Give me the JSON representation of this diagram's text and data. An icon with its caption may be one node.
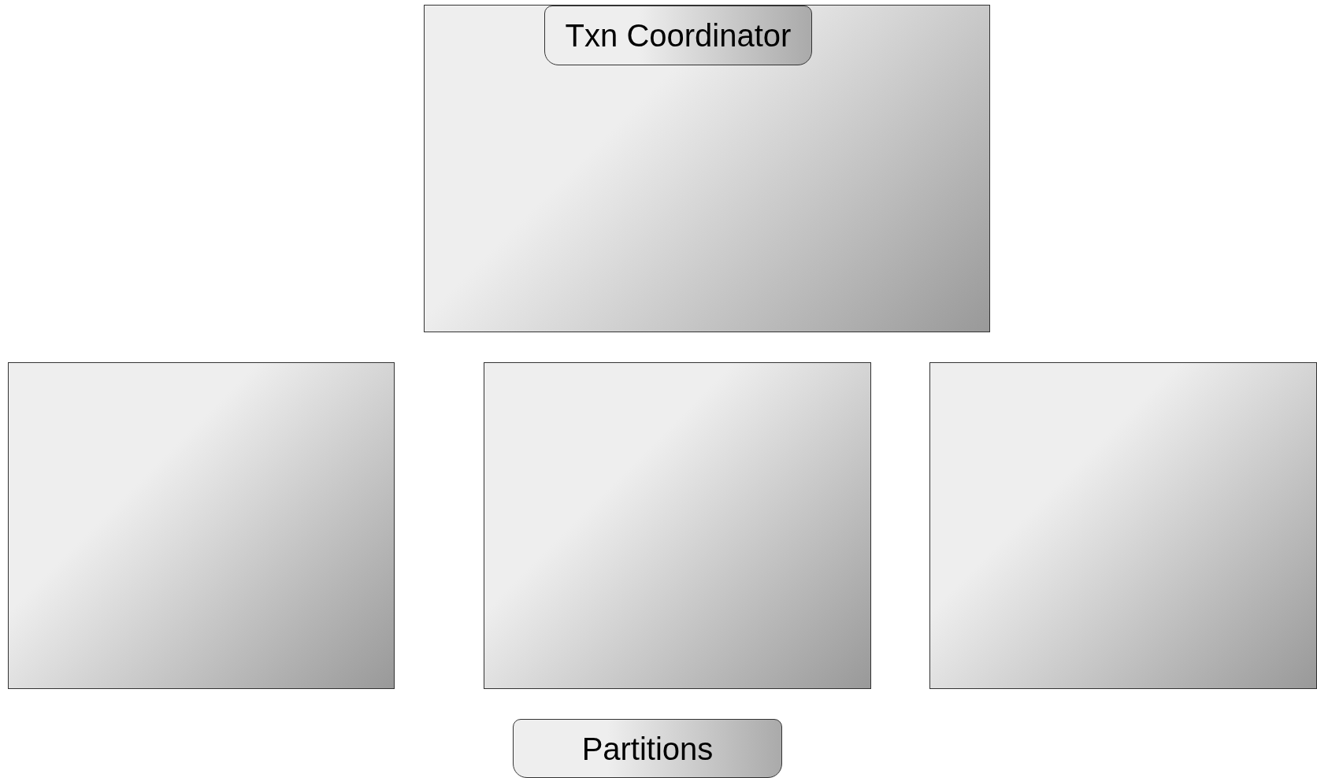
{
  "diagram": {
    "nodes": [
      {
        "text": [],
        "shape": "box"
      },
      {
        "text": [
          "Txn Coordinator"
        ],
        "in": 0
      },
      {
        "text": [],
        "shape": "box"
      },
      {
        "text": [],
        "shape": "box"
      },
      {
        "text": [],
        "shape": "box"
      },
      {
        "text": [
          "Partitions"
        ]
      }
    ]
  }
}
